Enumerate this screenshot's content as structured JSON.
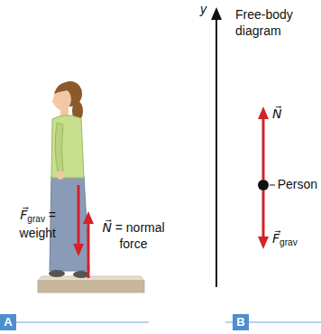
{
  "diagram": {
    "labels": [
      "F⃗grav = weight",
      "N⃗ = normal force",
      "y",
      "Free-body diagram",
      "N⃗",
      "Person",
      "F⃗grav",
      "A",
      "B"
    ]
  }
}
